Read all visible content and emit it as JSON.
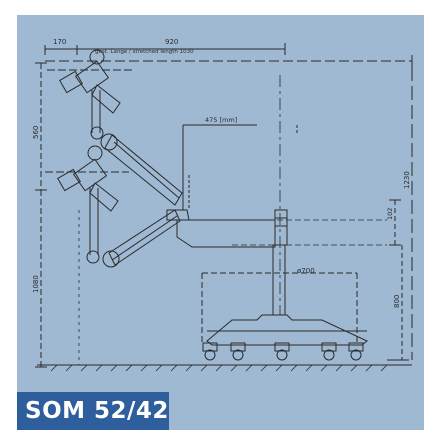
{
  "drawing": {
    "dim_top_left": "170",
    "dim_top_span": "920",
    "dim_top_caption": "gest. Länge / stretched length 1030",
    "dim_left_upper": "560",
    "dim_left_lower": "1080",
    "dim_arm_reach": "475 [mm]",
    "dim_base": "ø700",
    "dim_right_total": "1230",
    "dim_right_mid": "102",
    "dim_right_lower": "800"
  },
  "caption": {
    "label": "SOM 52/42"
  },
  "colors": {
    "panel": "#9fb9d2",
    "caption_bg": "#2e5e9c",
    "line": "#2b2b2b"
  }
}
